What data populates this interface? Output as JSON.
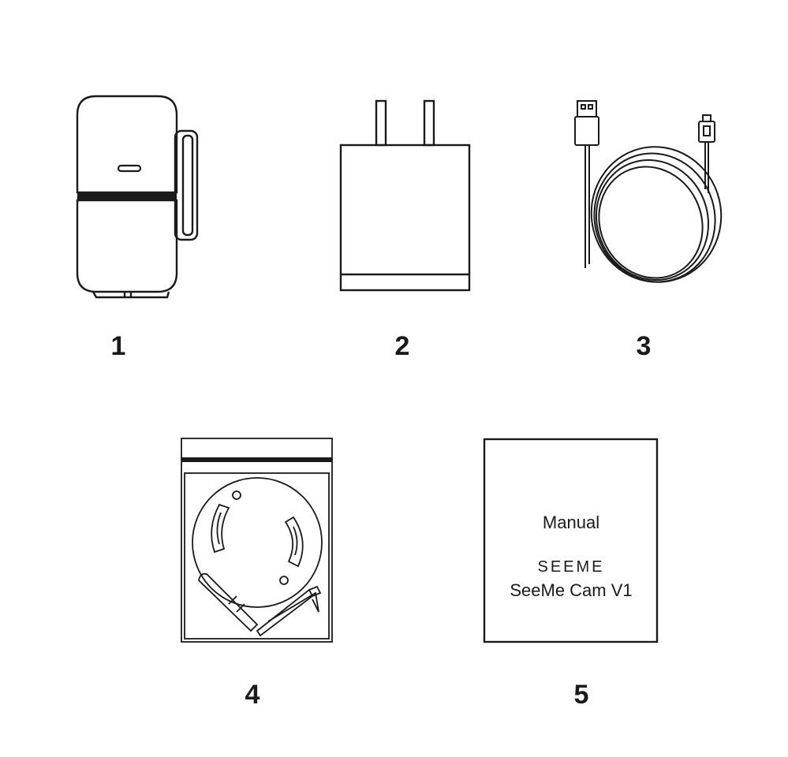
{
  "items": [
    {
      "number": "1",
      "icon": "camera-icon"
    },
    {
      "number": "2",
      "icon": "power-adapter-icon"
    },
    {
      "number": "3",
      "icon": "usb-cable-icon"
    },
    {
      "number": "4",
      "icon": "mounting-kit-bag-icon"
    },
    {
      "number": "5",
      "icon": "manual-booklet-icon"
    }
  ],
  "manual": {
    "title": "Manual",
    "brand_logo": "SEEME",
    "product": "SeeMe Cam V1"
  },
  "colors": {
    "stroke": "#1a1a1a",
    "background": "#ffffff"
  }
}
